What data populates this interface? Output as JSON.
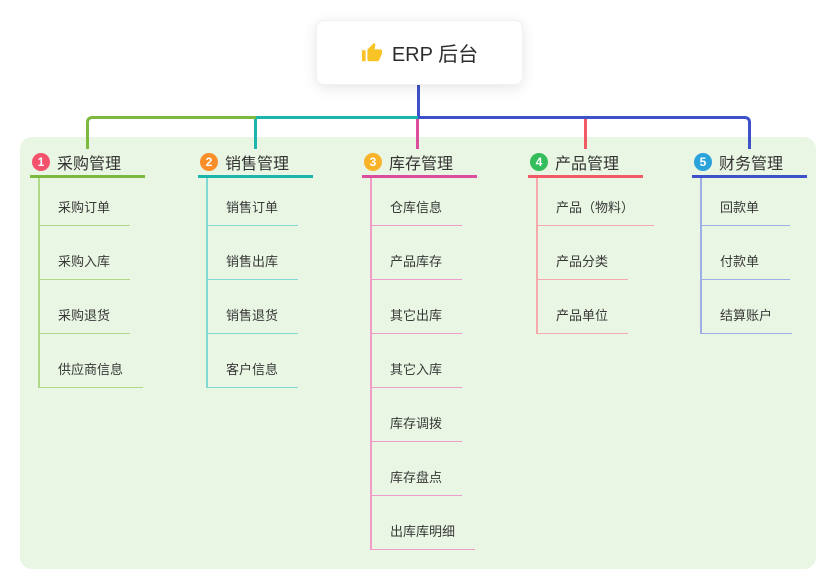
{
  "root": {
    "title": "ERP 后台",
    "icon": "thumbs-up-icon",
    "connector_color": "#3D52C8"
  },
  "canvas": {
    "background": "#FFFFFF",
    "panel_background": "#E9F6E3"
  },
  "branches": [
    {
      "label": "采购管理",
      "badge": "1",
      "colors": {
        "main": "#7CB93F",
        "light": "#AFD887",
        "badge": "#F4516C"
      },
      "children": [
        "采购订单",
        "采购入库",
        "采购退货",
        "供应商信息"
      ]
    },
    {
      "label": "销售管理",
      "badge": "2",
      "colors": {
        "main": "#1CB5AD",
        "light": "#82D8D2",
        "badge": "#F98E2B"
      },
      "children": [
        "销售订单",
        "销售出库",
        "销售退货",
        "客户信息"
      ]
    },
    {
      "label": "库存管理",
      "badge": "3",
      "colors": {
        "main": "#DC4E9D",
        "light": "#F09CC8",
        "badge": "#F9B32B"
      },
      "children": [
        "仓库信息",
        "产品库存",
        "其它出库",
        "其它入库",
        "库存调拨",
        "库存盘点",
        "出库库明细"
      ]
    },
    {
      "label": "产品管理",
      "badge": "4",
      "colors": {
        "main": "#F25B66",
        "light": "#F8A9AE",
        "badge": "#33BE5B"
      },
      "children": [
        "产品（物料）",
        "产品分类",
        "产品单位"
      ]
    },
    {
      "label": "财务管理",
      "badge": "5",
      "colors": {
        "main": "#3D52C8",
        "light": "#9FAEE4",
        "badge": "#2AA3DC"
      },
      "children": [
        "回款单",
        "付款单",
        "结算账户"
      ]
    }
  ]
}
